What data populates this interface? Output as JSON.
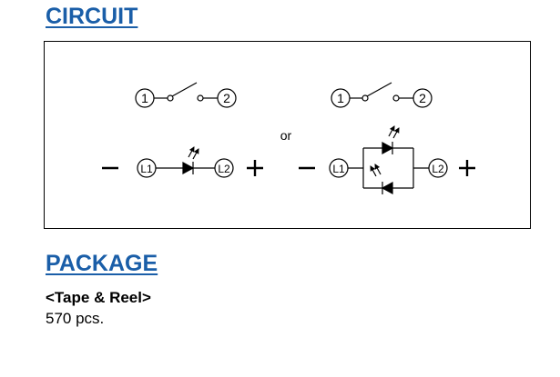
{
  "circuit": {
    "title": "CIRCUIT",
    "separator": "or",
    "left": {
      "switch_terminal_1": "1",
      "switch_terminal_2": "2",
      "polarity_negative": "−",
      "polarity_positive": "+",
      "led_terminal_1": "L1",
      "led_terminal_2": "L2"
    },
    "right": {
      "switch_terminal_1": "1",
      "switch_terminal_2": "2",
      "polarity_negative": "−",
      "polarity_positive": "+",
      "led_terminal_1": "L1",
      "led_terminal_2": "L2"
    }
  },
  "package": {
    "title": "PACKAGE",
    "type": "<Tape & Reel>",
    "quantity": "570 pcs."
  },
  "colors": {
    "heading": "#1a5ea8",
    "line": "#000000"
  }
}
